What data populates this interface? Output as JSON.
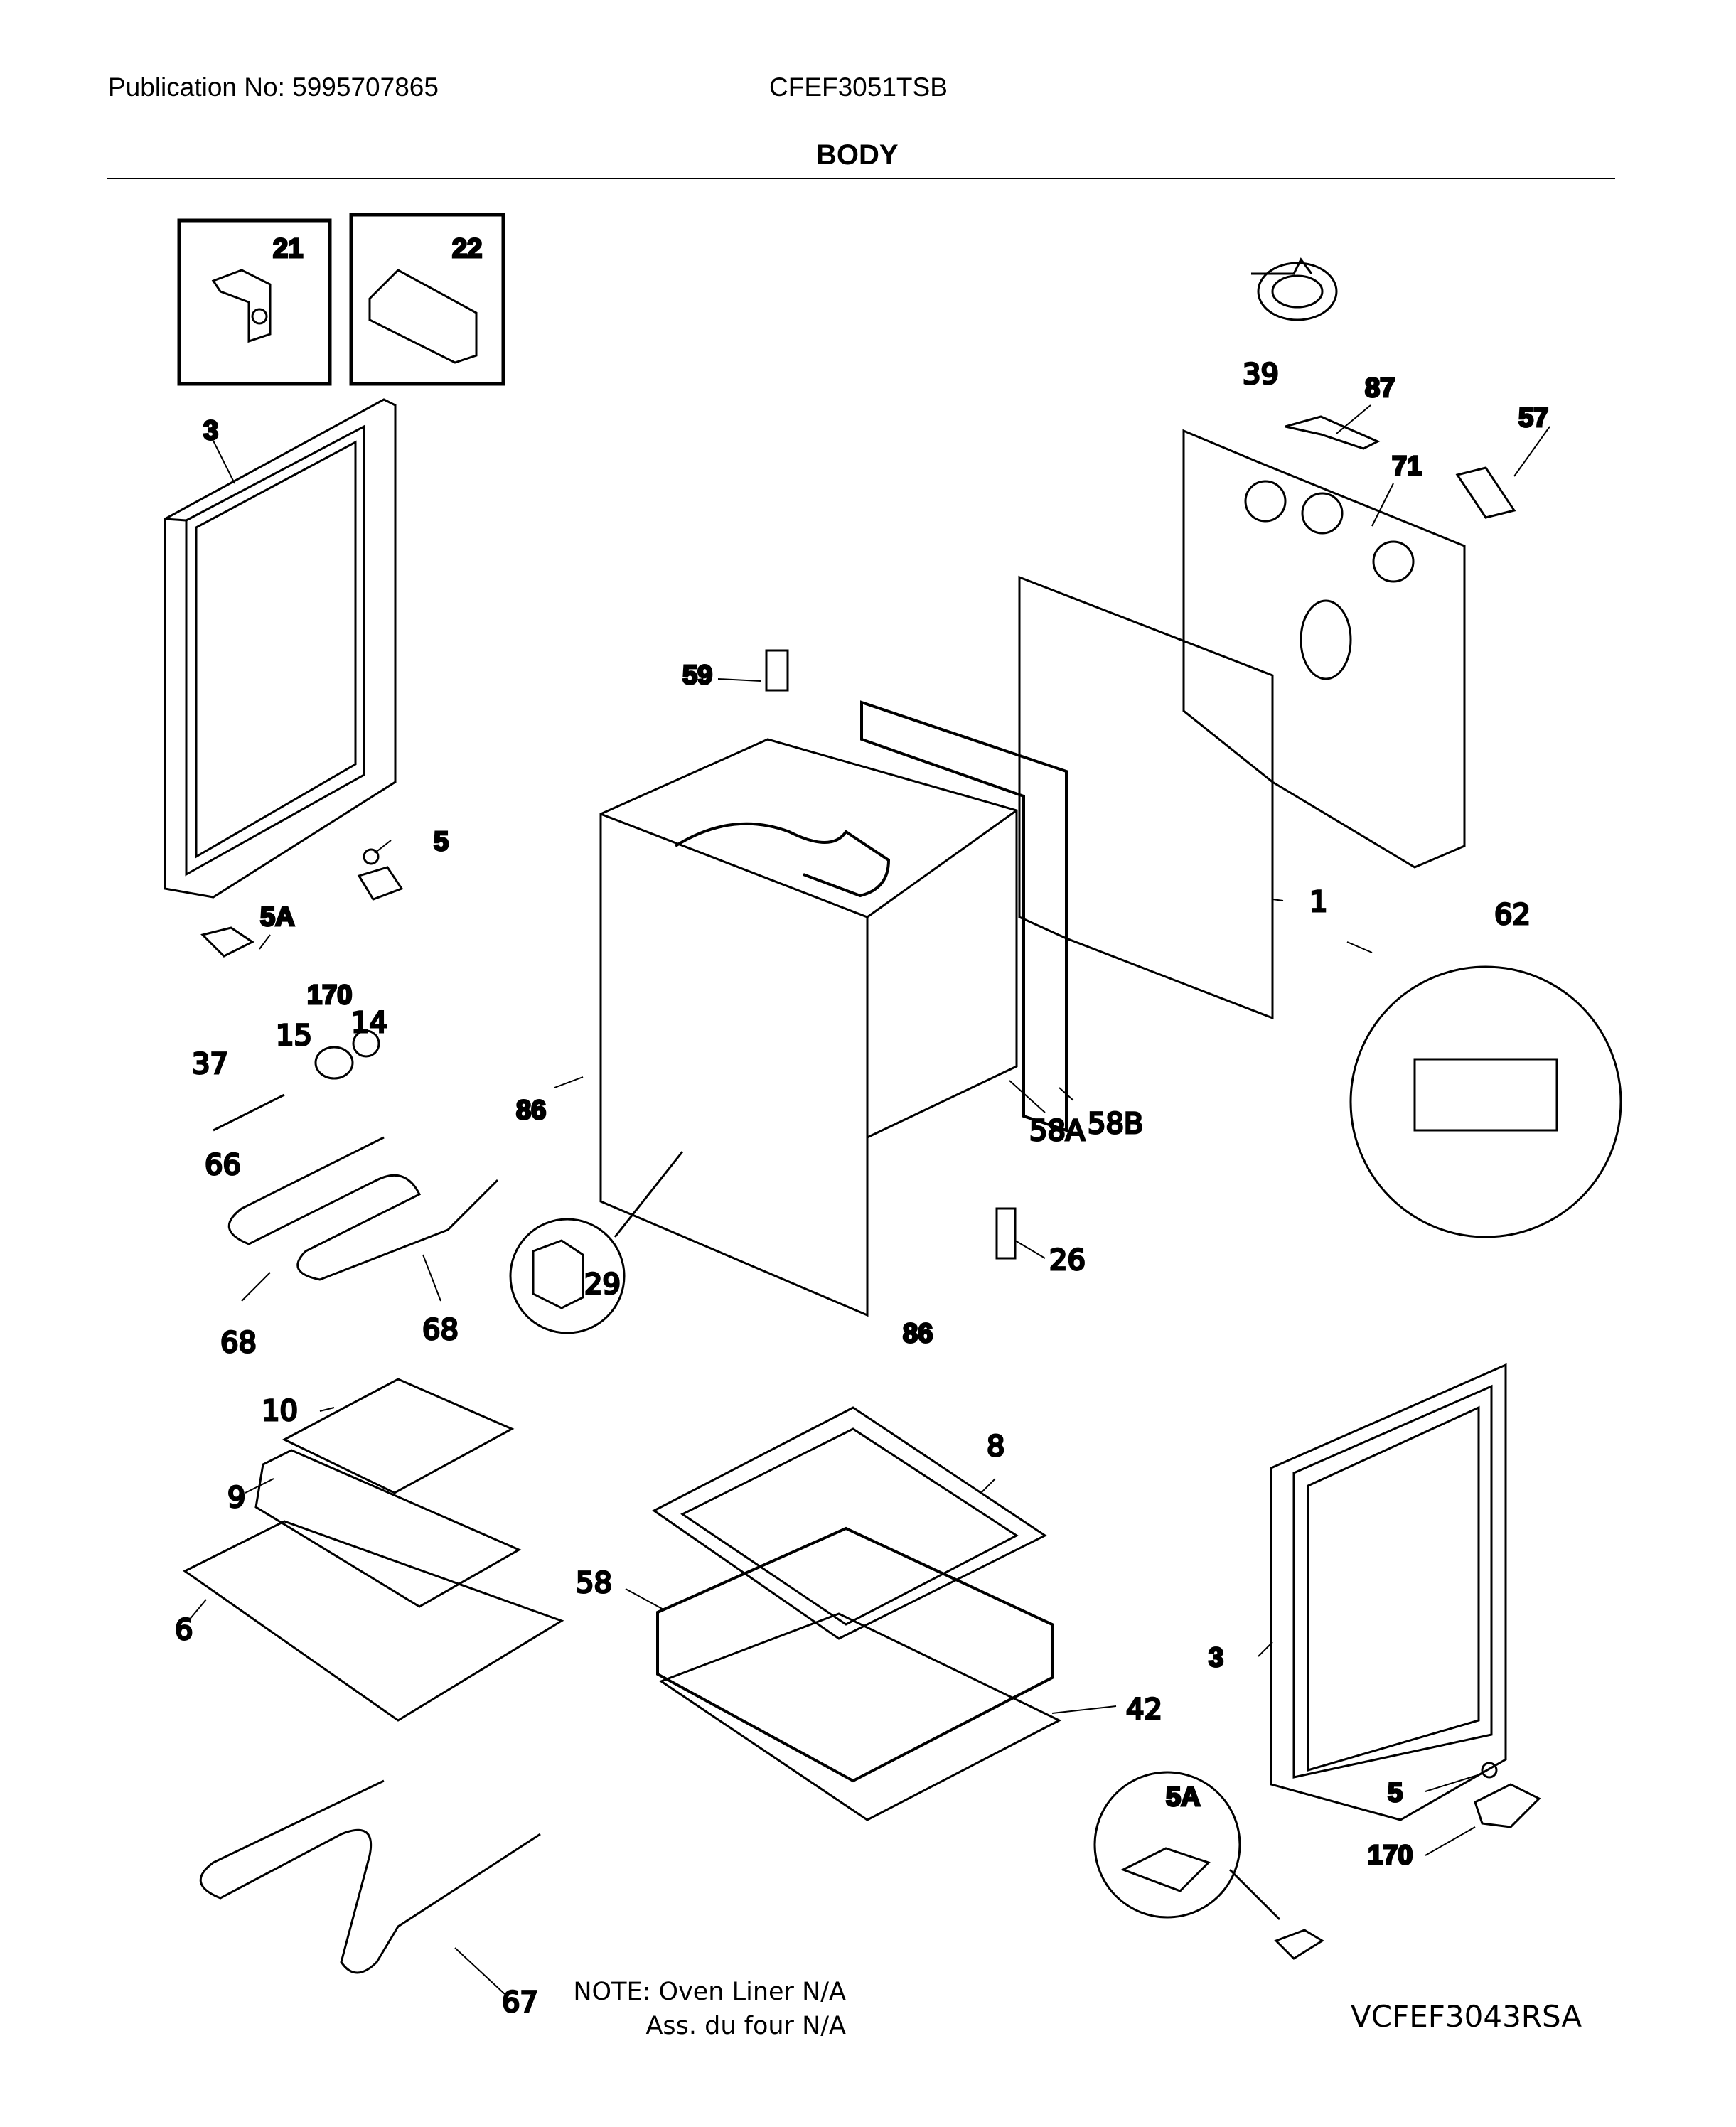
{
  "header": {
    "publication": "Publication No: 5995707865",
    "model": "CFEF3051TSB",
    "title": "BODY"
  },
  "callouts": {
    "c21": "21",
    "c22": "22",
    "c3_left": "3",
    "c39": "39",
    "c87": "87",
    "c57": "57",
    "c71": "71",
    "c59": "59",
    "c5_left": "5",
    "c5A_left": "5A",
    "c170_left": "170",
    "c1": "1",
    "c62": "62",
    "c15": "15",
    "c14": "14",
    "c37": "37",
    "c86_left": "86",
    "c58A": "58A",
    "c58B": "58B",
    "c66": "66",
    "c29": "29",
    "c26": "26",
    "c68_left": "68",
    "c68_right": "68",
    "c86_right": "86",
    "c10": "10",
    "c9": "9",
    "c8": "8",
    "c6": "6",
    "c58": "58",
    "c3_right": "3",
    "c42": "42",
    "c5A_right": "5A",
    "c5_right": "5",
    "c170_right": "170",
    "c67": "67"
  },
  "note": {
    "line1": "NOTE: Oven Liner N/A",
    "line2": "Ass. du four N/A"
  },
  "diagram_code": "VCFEF3043RSA"
}
